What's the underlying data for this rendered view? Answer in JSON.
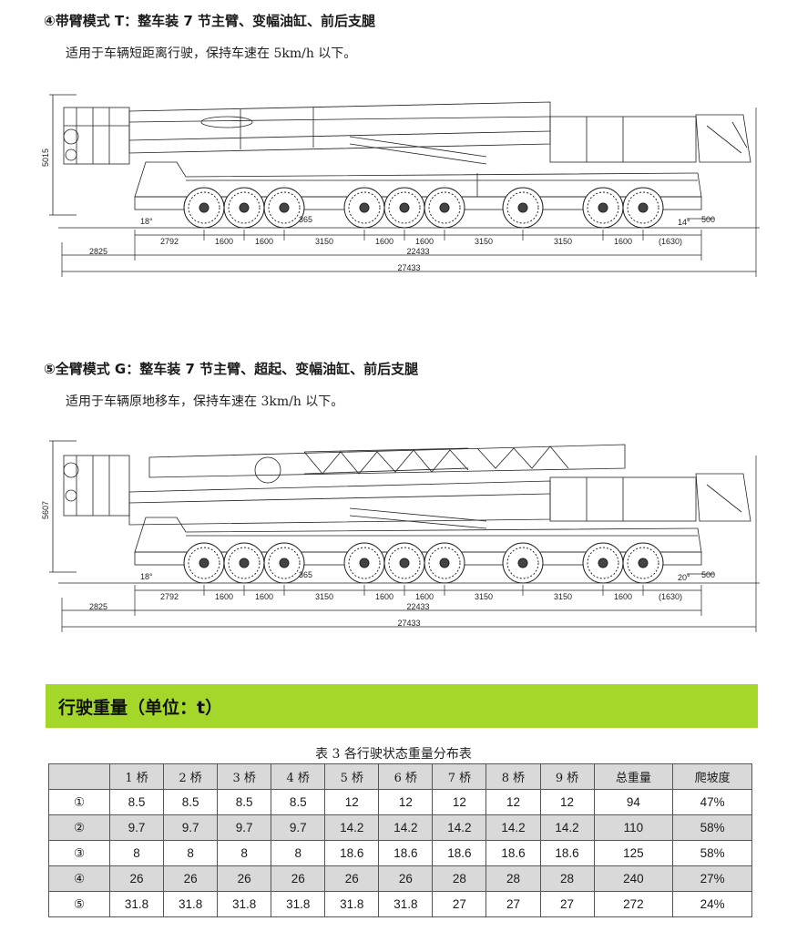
{
  "section4": {
    "heading": "④带臂模式 T：整车装 7 节主臂、变幅油缸、前后支腿",
    "description": "适用于车辆短距离行驶，保持车速在 5km/h 以下。",
    "height_dim": "5015",
    "angle_front": "18°",
    "angle_rear": "14°",
    "small_dim": "365",
    "ground_dim": "500",
    "dims_row1": [
      "2792",
      "1600",
      "1600",
      "3150",
      "1600",
      "1600",
      "3150",
      "3150",
      "1600",
      "(1630)"
    ],
    "front_overhang": "2825",
    "wheelbase_total": "22433",
    "overall_length": "27433"
  },
  "section5": {
    "heading": "⑤全臂模式 G：整车装 7 节主臂、超起、变幅油缸、前后支腿",
    "description": "适用于车辆原地移车，保持车速在 3km/h 以下。",
    "height_dim": "5607",
    "angle_front": "18°",
    "angle_rear": "20°",
    "small_dim": "365",
    "ground_dim": "500",
    "dims_row1": [
      "2792",
      "1600",
      "1600",
      "3150",
      "1600",
      "1600",
      "3150",
      "3150",
      "1600",
      "(1630)"
    ],
    "front_overhang": "2825",
    "wheelbase_total": "22433",
    "overall_length": "27433"
  },
  "banner": {
    "title": "行驶重量（单位：t）"
  },
  "table": {
    "caption": "表 3  各行驶状态重量分布表",
    "headers": [
      "",
      "1 桥",
      "2 桥",
      "3 桥",
      "4 桥",
      "5 桥",
      "6 桥",
      "7 桥",
      "8 桥",
      "9 桥",
      "总重量",
      "爬坡度"
    ],
    "rows": [
      [
        "①",
        "8.5",
        "8.5",
        "8.5",
        "8.5",
        "12",
        "12",
        "12",
        "12",
        "12",
        "94",
        "47%"
      ],
      [
        "②",
        "9.7",
        "9.7",
        "9.7",
        "9.7",
        "14.2",
        "14.2",
        "14.2",
        "14.2",
        "14.2",
        "110",
        "58%"
      ],
      [
        "③",
        "8",
        "8",
        "8",
        "8",
        "18.6",
        "18.6",
        "18.6",
        "18.6",
        "18.6",
        "125",
        "58%"
      ],
      [
        "④",
        "26",
        "26",
        "26",
        "26",
        "26",
        "26",
        "28",
        "28",
        "28",
        "240",
        "27%"
      ],
      [
        "⑤",
        "31.8",
        "31.8",
        "31.8",
        "31.8",
        "31.8",
        "31.8",
        "27",
        "27",
        "27",
        "272",
        "24%"
      ]
    ]
  }
}
